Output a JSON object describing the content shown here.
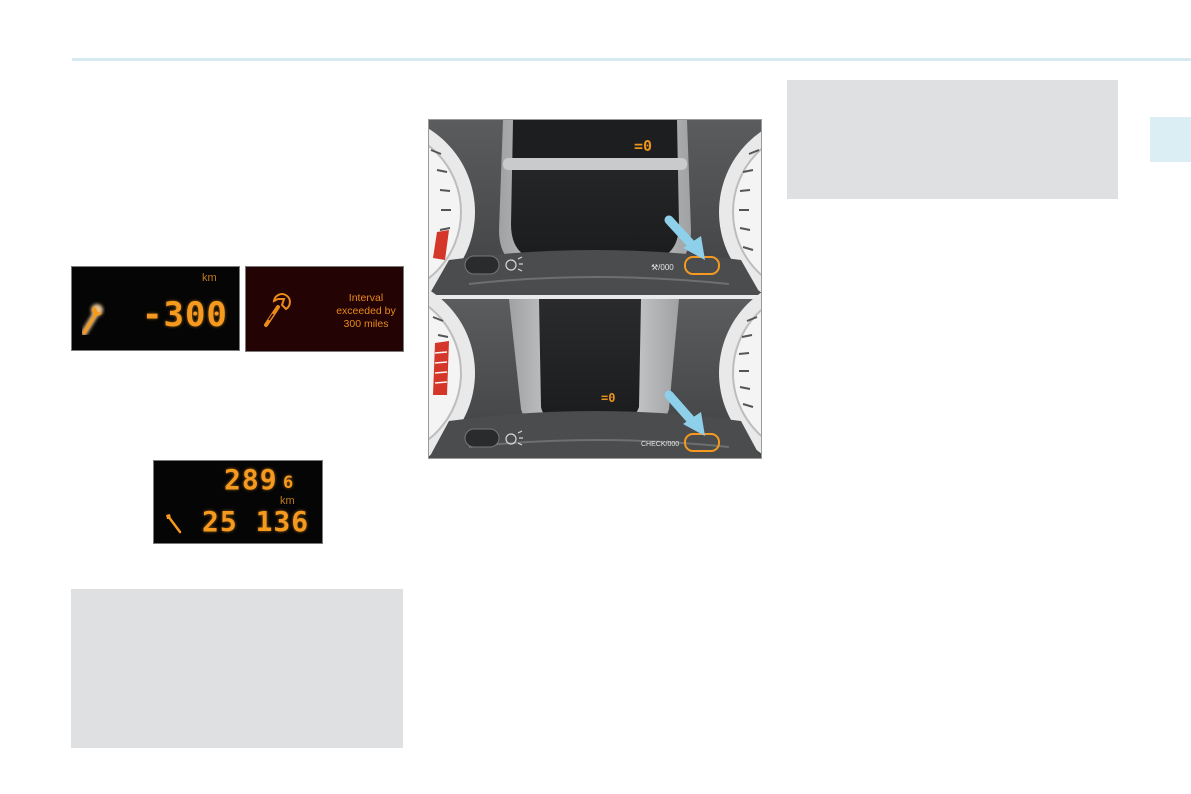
{
  "display_left": {
    "value": "-300",
    "unit": "km"
  },
  "display_message": {
    "line1": "Interval",
    "line2": "exceeded by",
    "line3": "300 miles"
  },
  "display_odometer": {
    "trip": "289",
    "trip_decimal": "6",
    "unit": "km",
    "total": "25 136"
  },
  "cluster_top": {
    "screen_reading": "=0",
    "button_label": "⚒/000"
  },
  "cluster_bottom": {
    "screen_reading": "=0",
    "button_label": "CHECK/000"
  },
  "colors": {
    "lcd_amber": "#f59a1e",
    "arrow_blue": "#8ecfea",
    "panel_grey": "#dfe0e2",
    "rule_blue": "#d6ebf1"
  }
}
